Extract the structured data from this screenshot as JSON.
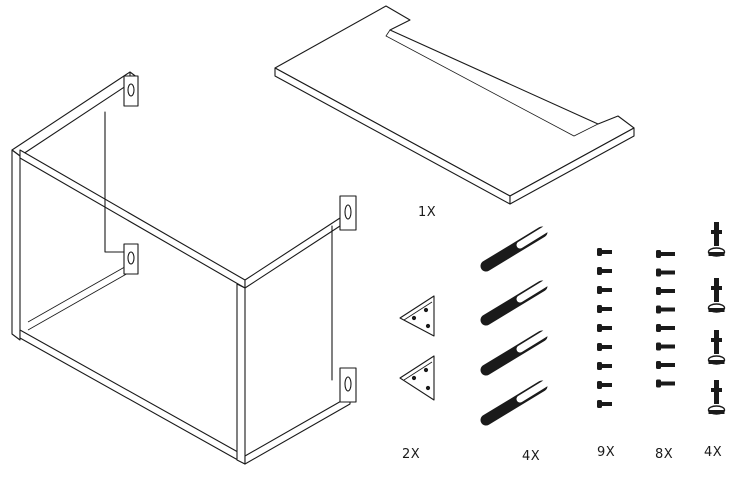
{
  "quantities": {
    "panel": "1X",
    "brackets": "2X",
    "dowels": "4X",
    "short_screws": "9X",
    "long_screws": "8X",
    "feet": "4X"
  }
}
